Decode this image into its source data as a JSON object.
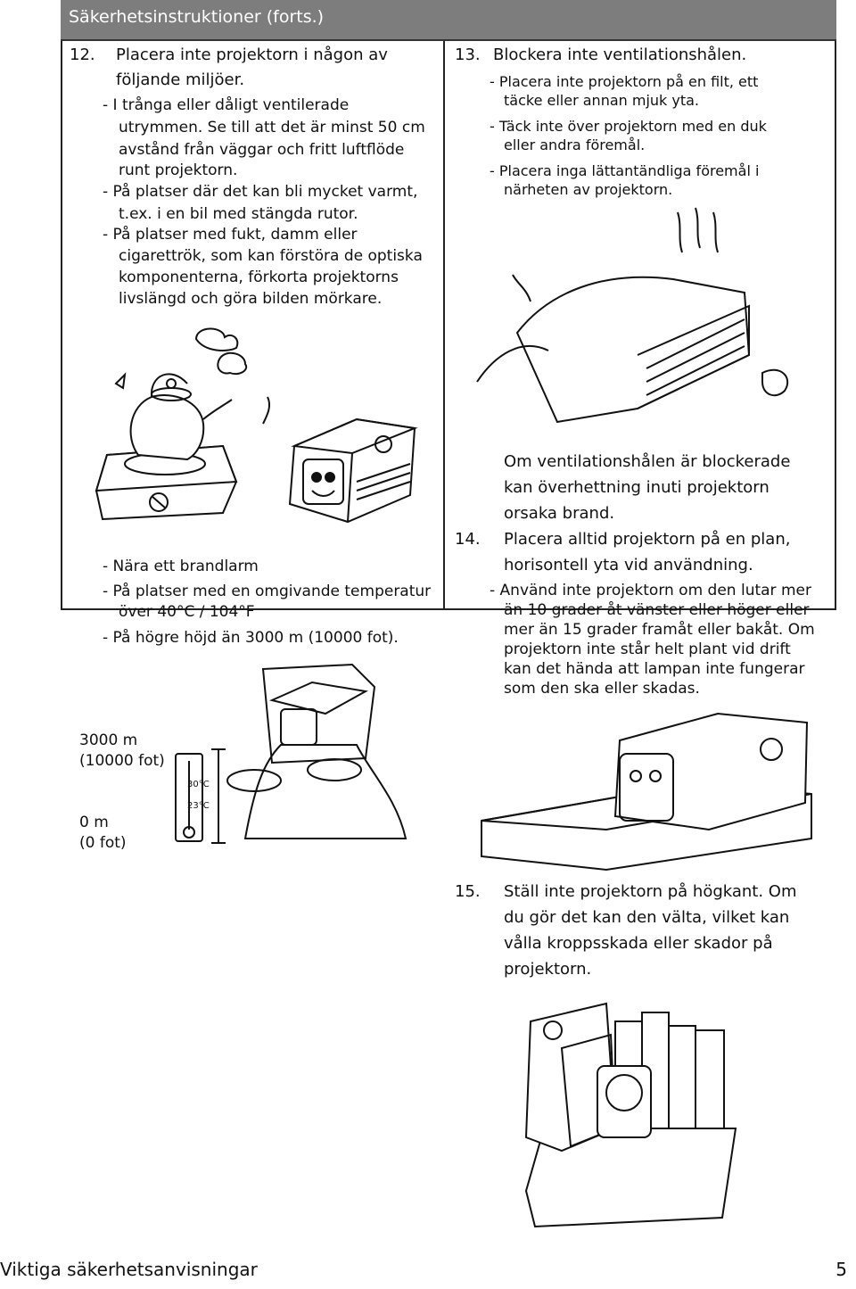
{
  "header": {
    "title": "Säkerhetsinstruktioner (forts.)"
  },
  "left": {
    "item12": {
      "num": "12.",
      "lead_line1": "Placera inte projektorn i någon av",
      "lead_line2": "följande miljöer.",
      "bullet1": [
        "- I trånga eller dåligt ventilerade",
        "utrymmen. Se till att det är minst 50 cm",
        "avstånd från väggar och fritt luftflöde",
        "runt projektorn."
      ],
      "bullet2": [
        "- På platser där det kan bli mycket varmt,",
        "t.ex. i en bil med stängda rutor."
      ],
      "bullet3": [
        "- På platser med fukt, damm eller",
        "cigarettrök, som kan förstöra de optiska",
        "komponenterna, förkorta projektorns",
        "livslängd och göra bilden mörkare."
      ]
    },
    "more_bullets": [
      "- Nära ett brandlarm",
      "- På platser med en omgivande temperatur",
      "över 40°C / 104°F",
      "- På högre höjd än 3000 m (10000 fot)."
    ],
    "altitude": {
      "top_value": "3000 m",
      "top_sub": "(10000 fot)",
      "bottom_value": "0 m",
      "bottom_sub": "(0 fot)",
      "thermo_high": "30°C",
      "thermo_low": "23°C"
    }
  },
  "right": {
    "item13": {
      "num": "13.",
      "lead": "Blockera inte ventilationshålen.",
      "bullet1": [
        "- Placera inte projektorn på en filt, ett",
        "täcke eller annan mjuk yta."
      ],
      "bullet2": [
        "- Täck inte över projektorn med en duk",
        "eller andra föremål."
      ],
      "bullet3": [
        "- Placera inga lättantändliga föremål i",
        "närheten av projektorn."
      ],
      "warning": [
        "Om ventilationshålen är blockerade",
        "kan överhettning inuti projektorn",
        "orsaka brand."
      ]
    },
    "item14": {
      "num": "14.",
      "lead": [
        "Placera alltid projektorn på en plan,",
        "horisontell yta vid användning."
      ],
      "bullet": [
        "- Använd inte projektorn om den lutar mer",
        "än 10 grader åt vänster eller höger eller",
        "mer än 15 grader framåt eller bakåt. Om",
        "projektorn inte står helt plant vid drift",
        "kan det hända att lampan inte fungerar",
        "som den ska eller skadas."
      ]
    },
    "item15": {
      "num": "15.",
      "lead": [
        "Ställ inte projektorn på högkant. Om",
        "du gör det kan den välta, vilket kan",
        "vålla kroppsskada eller skador på",
        "projektorn."
      ]
    }
  },
  "footer": {
    "section": "Viktiga säkerhetsanvisningar",
    "page": "5"
  }
}
